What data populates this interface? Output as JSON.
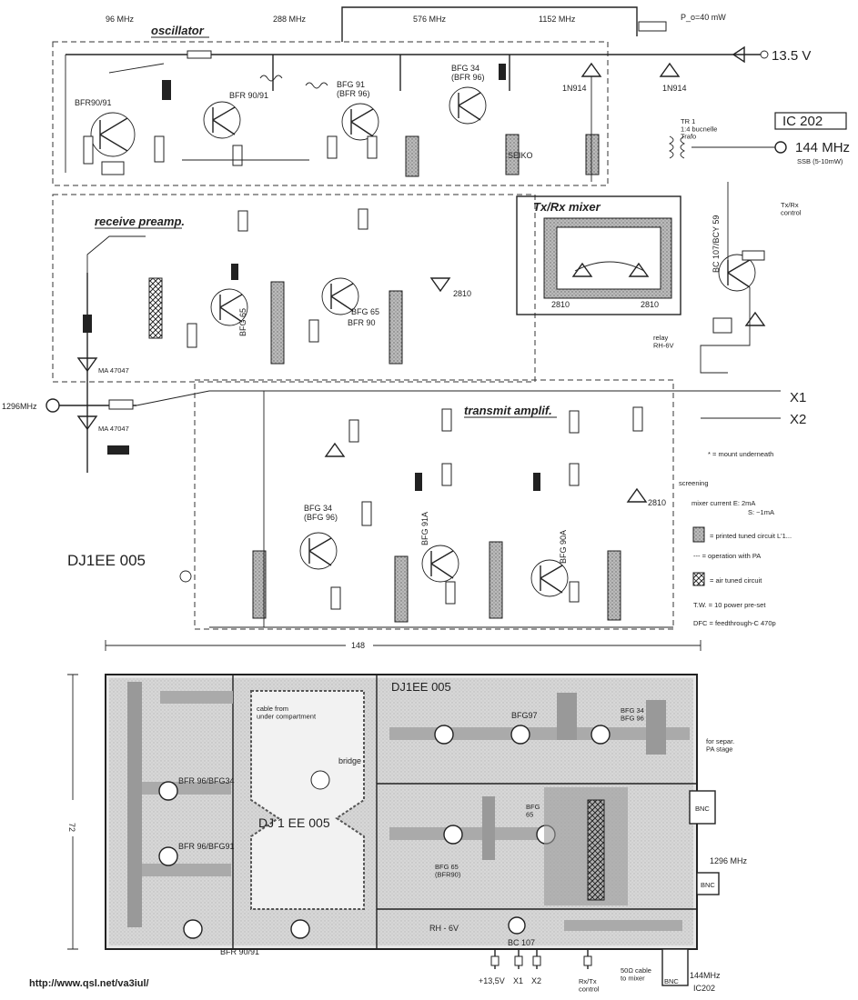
{
  "schematic": {
    "freqs": [
      "96 MHz",
      "288 MHz",
      "576 MHz",
      "1152 MHz"
    ],
    "sections": {
      "oscillator": "oscillator",
      "receive": "receive preamp.",
      "transmit": "transmit amplif.",
      "mixer": "Tx/Rx mixer"
    },
    "transistors": {
      "t1": "BFR90/91",
      "t2": "BFR 90/91",
      "t3": "BFG 91\n(BFR 96)",
      "t4": "BFG 34\n(BFR 96)",
      "t5": "BFG 65",
      "t6": "BFG 65",
      "t6b": "BFR 90",
      "t7": "BFG 34\n(BFG 96)",
      "t8": "BFG 91A",
      "t9": "BFG 90A",
      "t10": "BC 107/BCY 59"
    },
    "left_port": "1296MHz",
    "top_right": "P_o=40 mW",
    "supply": "13.5 V",
    "ic_label": "IC 202",
    "ic_freq": "144 MHz",
    "ic_mode": "SSB (5-10mW)",
    "txrx_control": "Tx/Rx\ncontrol",
    "relay": "relay\nRH-6V",
    "x1": "X1",
    "x2": "X2",
    "board_name": "DJ1EE 005",
    "diodes": {
      "d9": "MA 47047",
      "d10": "MA 47047",
      "d4": "1N914",
      "d5": "1N914",
      "d1": "2810",
      "d2": "2810",
      "d12": "2810",
      "d13": "2810"
    },
    "trafo": "TR 1\n1:4 bucnelle\nTrafo",
    "notes": {
      "mount": "* = mount underneath",
      "screening": "screening",
      "mixer_current": "mixer current  E: 2mA",
      "mixer_current2": "S: ~1mA",
      "legend1": "= printed tuned circuit  L'1...",
      "legend2": "--- = operation with PA",
      "legend3": "= air tuned circuit",
      "legend4": "T.W. = 10 power pre-set",
      "legend5": "DFC = feedthrough-C 470p"
    },
    "seiko": "SEIKO"
  },
  "layout_pcb": {
    "title": "DJ1EE 005",
    "mid_title": "DJ 1 EE  005",
    "bridge": "bridge",
    "cable_note": "cable from\nunder compartment",
    "dim_w": "148",
    "dim_h": "72",
    "labels": {
      "bfr96_bfg34": "BFR 96/BFG34",
      "bfr96_bfg91": "BFR 96/BFG91",
      "bfr9091": "BFR 90/91",
      "bfg65_bfr90": "BFG 65\n(BFR90)",
      "bfg65": "BFG\n65",
      "bfg97": "BFG97",
      "bfg34": "BFG 34\nBFG 96",
      "bc107": "BC 107",
      "rh6v": "RH - 6V",
      "port1296": "1296 MHz",
      "bnc": "BNC",
      "pa": "for separ.\nPA stage",
      "cable": "50Ω cable\nto mixer",
      "ic202": "IC202",
      "f144": "144MHz"
    },
    "pins": {
      "p135": "+13,5V",
      "x1": "X1",
      "x2": "X2",
      "rxtx": "Rx/Tx\ncontrol"
    }
  },
  "footer": {
    "url": "http://www.qsl.net/va3iul/"
  }
}
